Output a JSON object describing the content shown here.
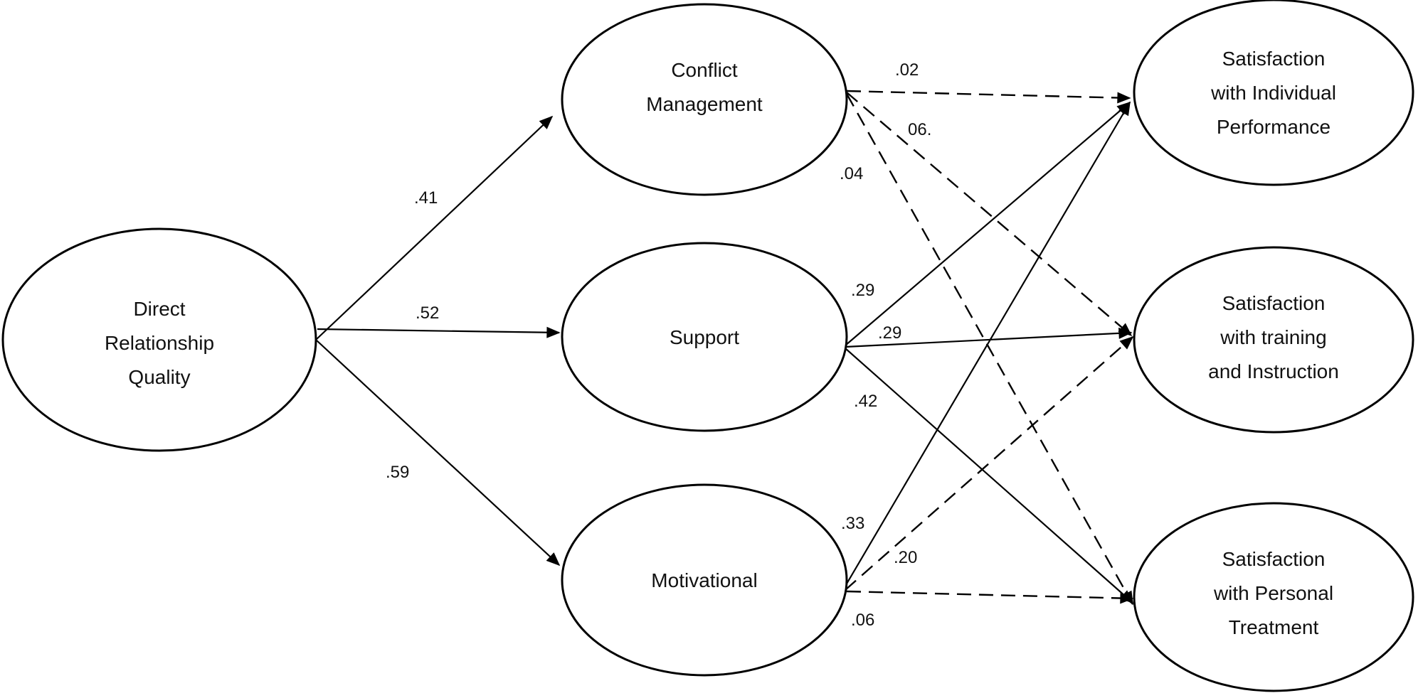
{
  "diagram": {
    "nodes": {
      "drq": {
        "lines": [
          "Direct",
          "Relationship",
          "Quality"
        ]
      },
      "cm": {
        "lines": [
          "Conflict",
          "Management"
        ]
      },
      "sup": {
        "lines": [
          "Support"
        ]
      },
      "mot": {
        "lines": [
          "Motivational"
        ]
      },
      "sip": {
        "lines": [
          "Satisfaction",
          "with Individual",
          "Performance"
        ]
      },
      "sti": {
        "lines": [
          "Satisfaction",
          "with training",
          "and Instruction"
        ]
      },
      "spt": {
        "lines": [
          "Satisfaction",
          "with Personal",
          "Treatment"
        ]
      }
    },
    "edges": [
      {
        "id": "drq-cm",
        "from": "drq",
        "to": "cm",
        "coef": ".41",
        "style": "solid"
      },
      {
        "id": "drq-sup",
        "from": "drq",
        "to": "sup",
        "coef": ".52",
        "style": "solid"
      },
      {
        "id": "drq-mot",
        "from": "drq",
        "to": "mot",
        "coef": ".59",
        "style": "solid"
      },
      {
        "id": "cm-sip",
        "from": "cm",
        "to": "sip",
        "coef": ".02",
        "style": "dashed"
      },
      {
        "id": "cm-sti",
        "from": "cm",
        "to": "sti",
        "coef": "06.",
        "style": "dashed"
      },
      {
        "id": "cm-spt",
        "from": "cm",
        "to": "spt",
        "coef": ".04",
        "style": "dashed"
      },
      {
        "id": "sup-sip",
        "from": "sup",
        "to": "sip",
        "coef": ".29",
        "style": "solid"
      },
      {
        "id": "sup-sti",
        "from": "sup",
        "to": "sti",
        "coef": ".29",
        "style": "solid"
      },
      {
        "id": "sup-spt",
        "from": "sup",
        "to": "spt",
        "coef": ".42",
        "style": "solid"
      },
      {
        "id": "mot-sip",
        "from": "mot",
        "to": "sip",
        "coef": ".33",
        "style": "solid"
      },
      {
        "id": "mot-sti",
        "from": "mot",
        "to": "sti",
        "coef": ".20",
        "style": "dashed"
      },
      {
        "id": "mot-spt",
        "from": "mot",
        "to": "spt",
        "coef": ".06",
        "style": "dashed"
      }
    ]
  }
}
